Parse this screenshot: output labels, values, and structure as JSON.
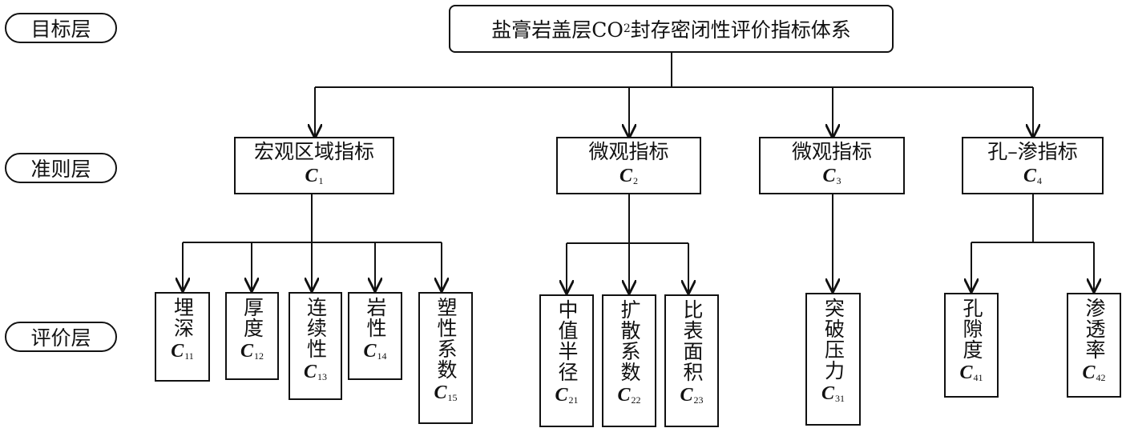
{
  "layers": {
    "goal": "目标层",
    "criteria": "准则层",
    "evaluation": "评价层"
  },
  "goal": {
    "title_pre": "盐膏岩盖层CO",
    "title_sub": "2",
    "title_post": "封存密闭性评价指标体系"
  },
  "criteria": [
    {
      "name": "宏观区域指标",
      "code": "C",
      "sub": "1"
    },
    {
      "name": "微观指标",
      "code": "C",
      "sub": "2"
    },
    {
      "name": "微观指标",
      "code": "C",
      "sub": "3"
    },
    {
      "name": "孔–渗指标",
      "code": "C",
      "sub": "4"
    }
  ],
  "indicators": [
    {
      "name": "埋深",
      "code": "C",
      "sub": "11"
    },
    {
      "name": "厚度",
      "code": "C",
      "sub": "12"
    },
    {
      "name": "连续性",
      "code": "C",
      "sub": "13"
    },
    {
      "name": "岩性",
      "code": "C",
      "sub": "14"
    },
    {
      "name": "塑性系数",
      "code": "C",
      "sub": "15"
    },
    {
      "name": "中值半径",
      "code": "C",
      "sub": "21"
    },
    {
      "name": "扩散系数",
      "code": "C",
      "sub": "22"
    },
    {
      "name": "比表面积",
      "code": "C",
      "sub": "23"
    },
    {
      "name": "突破压力",
      "code": "C",
      "sub": "31"
    },
    {
      "name": "孔隙度",
      "code": "C",
      "sub": "41"
    },
    {
      "name": "渗透率",
      "code": "C",
      "sub": "42"
    }
  ]
}
